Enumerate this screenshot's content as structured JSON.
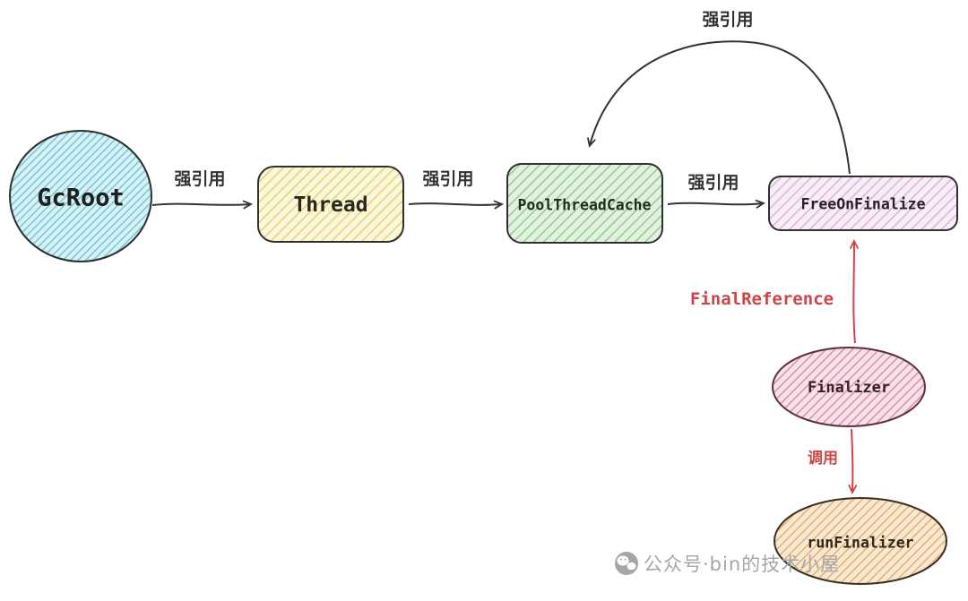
{
  "diagram": {
    "nodes": {
      "gcroot": {
        "label": "GcRoot",
        "shape": "circle",
        "fill": "#d8f1f4",
        "hatch": "#6cc4d4"
      },
      "thread": {
        "label": "Thread",
        "shape": "rounded-rect",
        "fill": "#fcf7d9",
        "hatch": "#e3cd74"
      },
      "pool_thread_cache": {
        "label": "PoolThreadCache",
        "shape": "rounded-rect",
        "fill": "#e3f2df",
        "hatch": "#8cc690"
      },
      "free_on_finalize": {
        "label": "FreeOnFinalize",
        "shape": "rounded-rect",
        "fill": "#f9edf8",
        "hatch": "#d8aad6"
      },
      "finalizer": {
        "label": "Finalizer",
        "shape": "ellipse",
        "fill": "#f7e0e8",
        "hatch": "#d2879c"
      },
      "run_finalizer": {
        "label": "runFinalizer",
        "shape": "ellipse",
        "fill": "#f9e8cf",
        "hatch": "#daa96a"
      }
    },
    "edges": [
      {
        "id": "gcroot-thread",
        "label": "强引用",
        "color": "#333333"
      },
      {
        "id": "thread-pool",
        "label": "强引用",
        "color": "#333333"
      },
      {
        "id": "pool-free",
        "label": "强引用",
        "color": "#333333"
      },
      {
        "id": "free-pool-loop",
        "label": "强引用",
        "color": "#333333"
      },
      {
        "id": "finalizer-free",
        "label": "FinalReference",
        "color": "#cf4545"
      },
      {
        "id": "finalizer-runfinalizer",
        "label": "调用",
        "color": "#cf4545"
      }
    ],
    "watermark": {
      "icon": "wechat",
      "text": "公众号·bin的技术小屋",
      "color": "#a6a6a6"
    }
  }
}
